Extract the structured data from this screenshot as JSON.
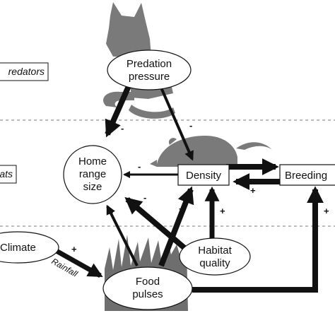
{
  "side_labels": {
    "predators": "redators",
    "rats": "ats"
  },
  "nodes": {
    "predation_pressure": {
      "line1": "Predation",
      "line2": "pressure"
    },
    "home_range_size": {
      "line1": "Home",
      "line2": "range",
      "line3": "size"
    },
    "density": {
      "label": "Density"
    },
    "breeding": {
      "label": "Breeding"
    },
    "climate": {
      "label": "Climate"
    },
    "habitat_quality": {
      "line1": "Habitat",
      "line2": "quality"
    },
    "food_pulses": {
      "line1": "Food",
      "line2": "pulses"
    }
  },
  "edges": {
    "predation_to_home": "-",
    "predation_to_density": "-",
    "density_to_home": "-",
    "breeding_to_density": "+",
    "habitat_to_home": "-",
    "food_to_home": "-",
    "food_to_density": "+",
    "habitat_to_density": "+",
    "food_to_breeding": "+",
    "climate_to_food": "+",
    "climate_to_food_label": "Rainfall"
  },
  "colors": {
    "arrow": "#111111",
    "silhouette": "#7a7a7a",
    "vegetation": "#6e6e6e",
    "divider": "#777777"
  }
}
